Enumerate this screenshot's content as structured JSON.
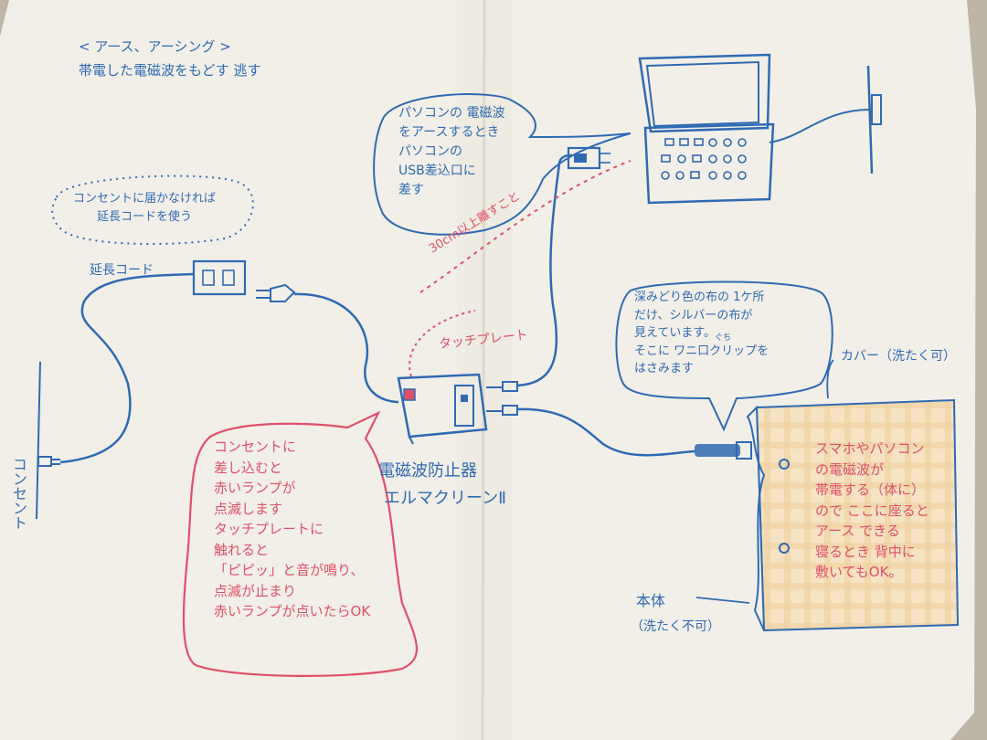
{
  "title": {
    "line1": "< アース、アーシング >",
    "line2": "帯電した電磁波をもどす 逃す"
  },
  "note_extension": "コンセントに届かなければ\n延長コードを使う",
  "label_extension_cord": "延長コード",
  "label_outlet": "コンセント",
  "note_usb": "パソコンの 電磁波\nをアースするとき\nパソコンの\nUSB差込口に\n差す",
  "label_30cm": "30cm以上離すこと",
  "label_touch_plate": "タッチプレート",
  "device_name": {
    "line1": "電磁波防止器",
    "line2": "エルマクリーンⅡ"
  },
  "note_led": "コンセントに\n差し込むと\n赤いランプが\n点滅します\nタッチプレートに\n触れると\n「ピピッ」と音が鳴り、\n点滅が止まり\n赤いランプが点いたらOK",
  "note_cloth": "深みどり色の布の 1ケ所\nだけ、シルバーの布が\n見えています。\nそこに ワニ口クリップを\nはさみます",
  "label_clip_furigana": "ぐち",
  "label_cover": "カバー（洗たく可）",
  "mat_text": "スマホやパソコン\nの電磁波が\n帯電する（体に）\nので ここに座ると\nアース できる\n寝るとき 背中に\n敷いてもOK。",
  "label_body": "本体",
  "label_body_note": "（洗たく不可）",
  "colors": {
    "blue_ink": "#2f6ab3",
    "red_ink": "#e0506a",
    "paper": "#f2efe8"
  }
}
